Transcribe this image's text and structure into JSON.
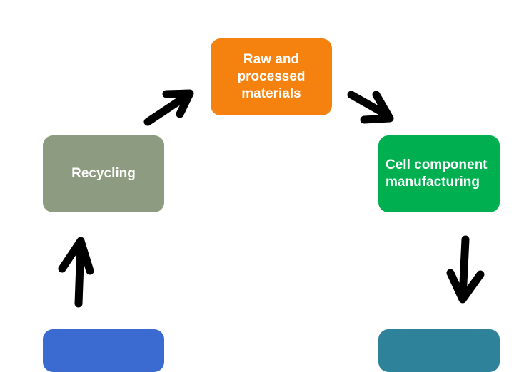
{
  "diagram": {
    "nodes": {
      "raw_materials": {
        "label": "Raw and\nprocessed\nmaterials",
        "color": "#f5820e"
      },
      "recycling": {
        "label": "Recycling",
        "color": "#8d9c80"
      },
      "cell_component": {
        "label": "Cell component\nmanufacturing",
        "color": "#00b050"
      },
      "bottom_left": {
        "label": "",
        "color": "#3b6bd0"
      },
      "bottom_right": {
        "label": "",
        "color": "#2e839a"
      }
    },
    "arrow_color": "#000000"
  }
}
